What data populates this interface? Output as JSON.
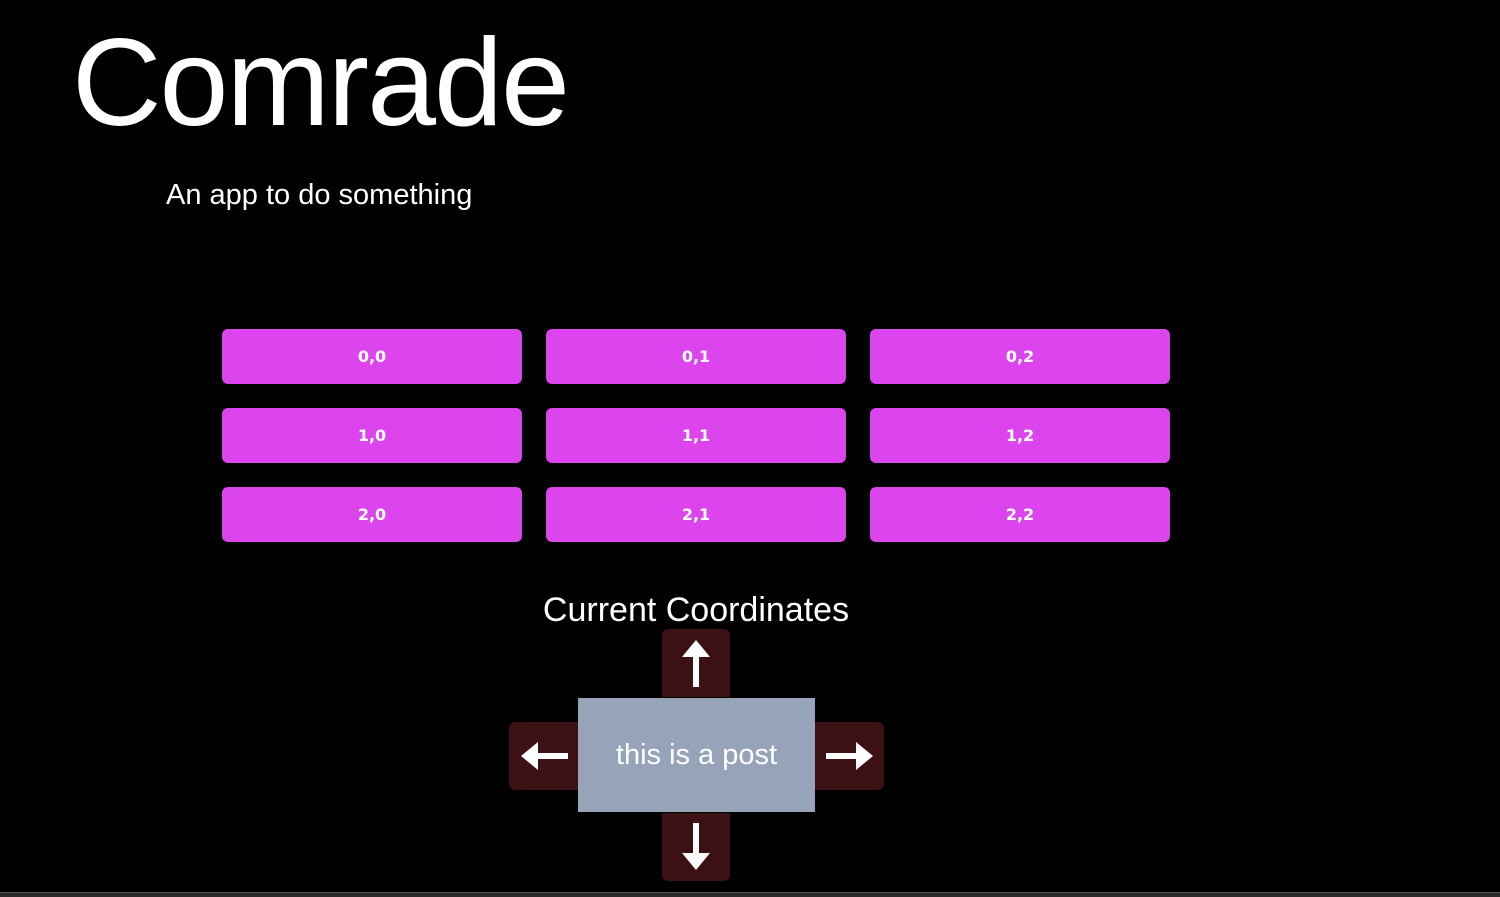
{
  "header": {
    "title": "Comrade",
    "subtitle": "An app to do something"
  },
  "grid": {
    "cells": [
      "0,0",
      "0,1",
      "0,2",
      "1,0",
      "1,1",
      "1,2",
      "2,0",
      "2,1",
      "2,2"
    ]
  },
  "navigator": {
    "heading": "Current Coordinates",
    "post_text": "this is a post",
    "icons": {
      "up": "arrow-up-icon",
      "down": "arrow-down-icon",
      "left": "arrow-left-icon",
      "right": "arrow-right-icon"
    }
  },
  "colors": {
    "background": "#000000",
    "grid_button": "#dc44ee",
    "arrow_button": "#3b1113",
    "post_box": "#96a3b8",
    "text": "#ffffff"
  }
}
